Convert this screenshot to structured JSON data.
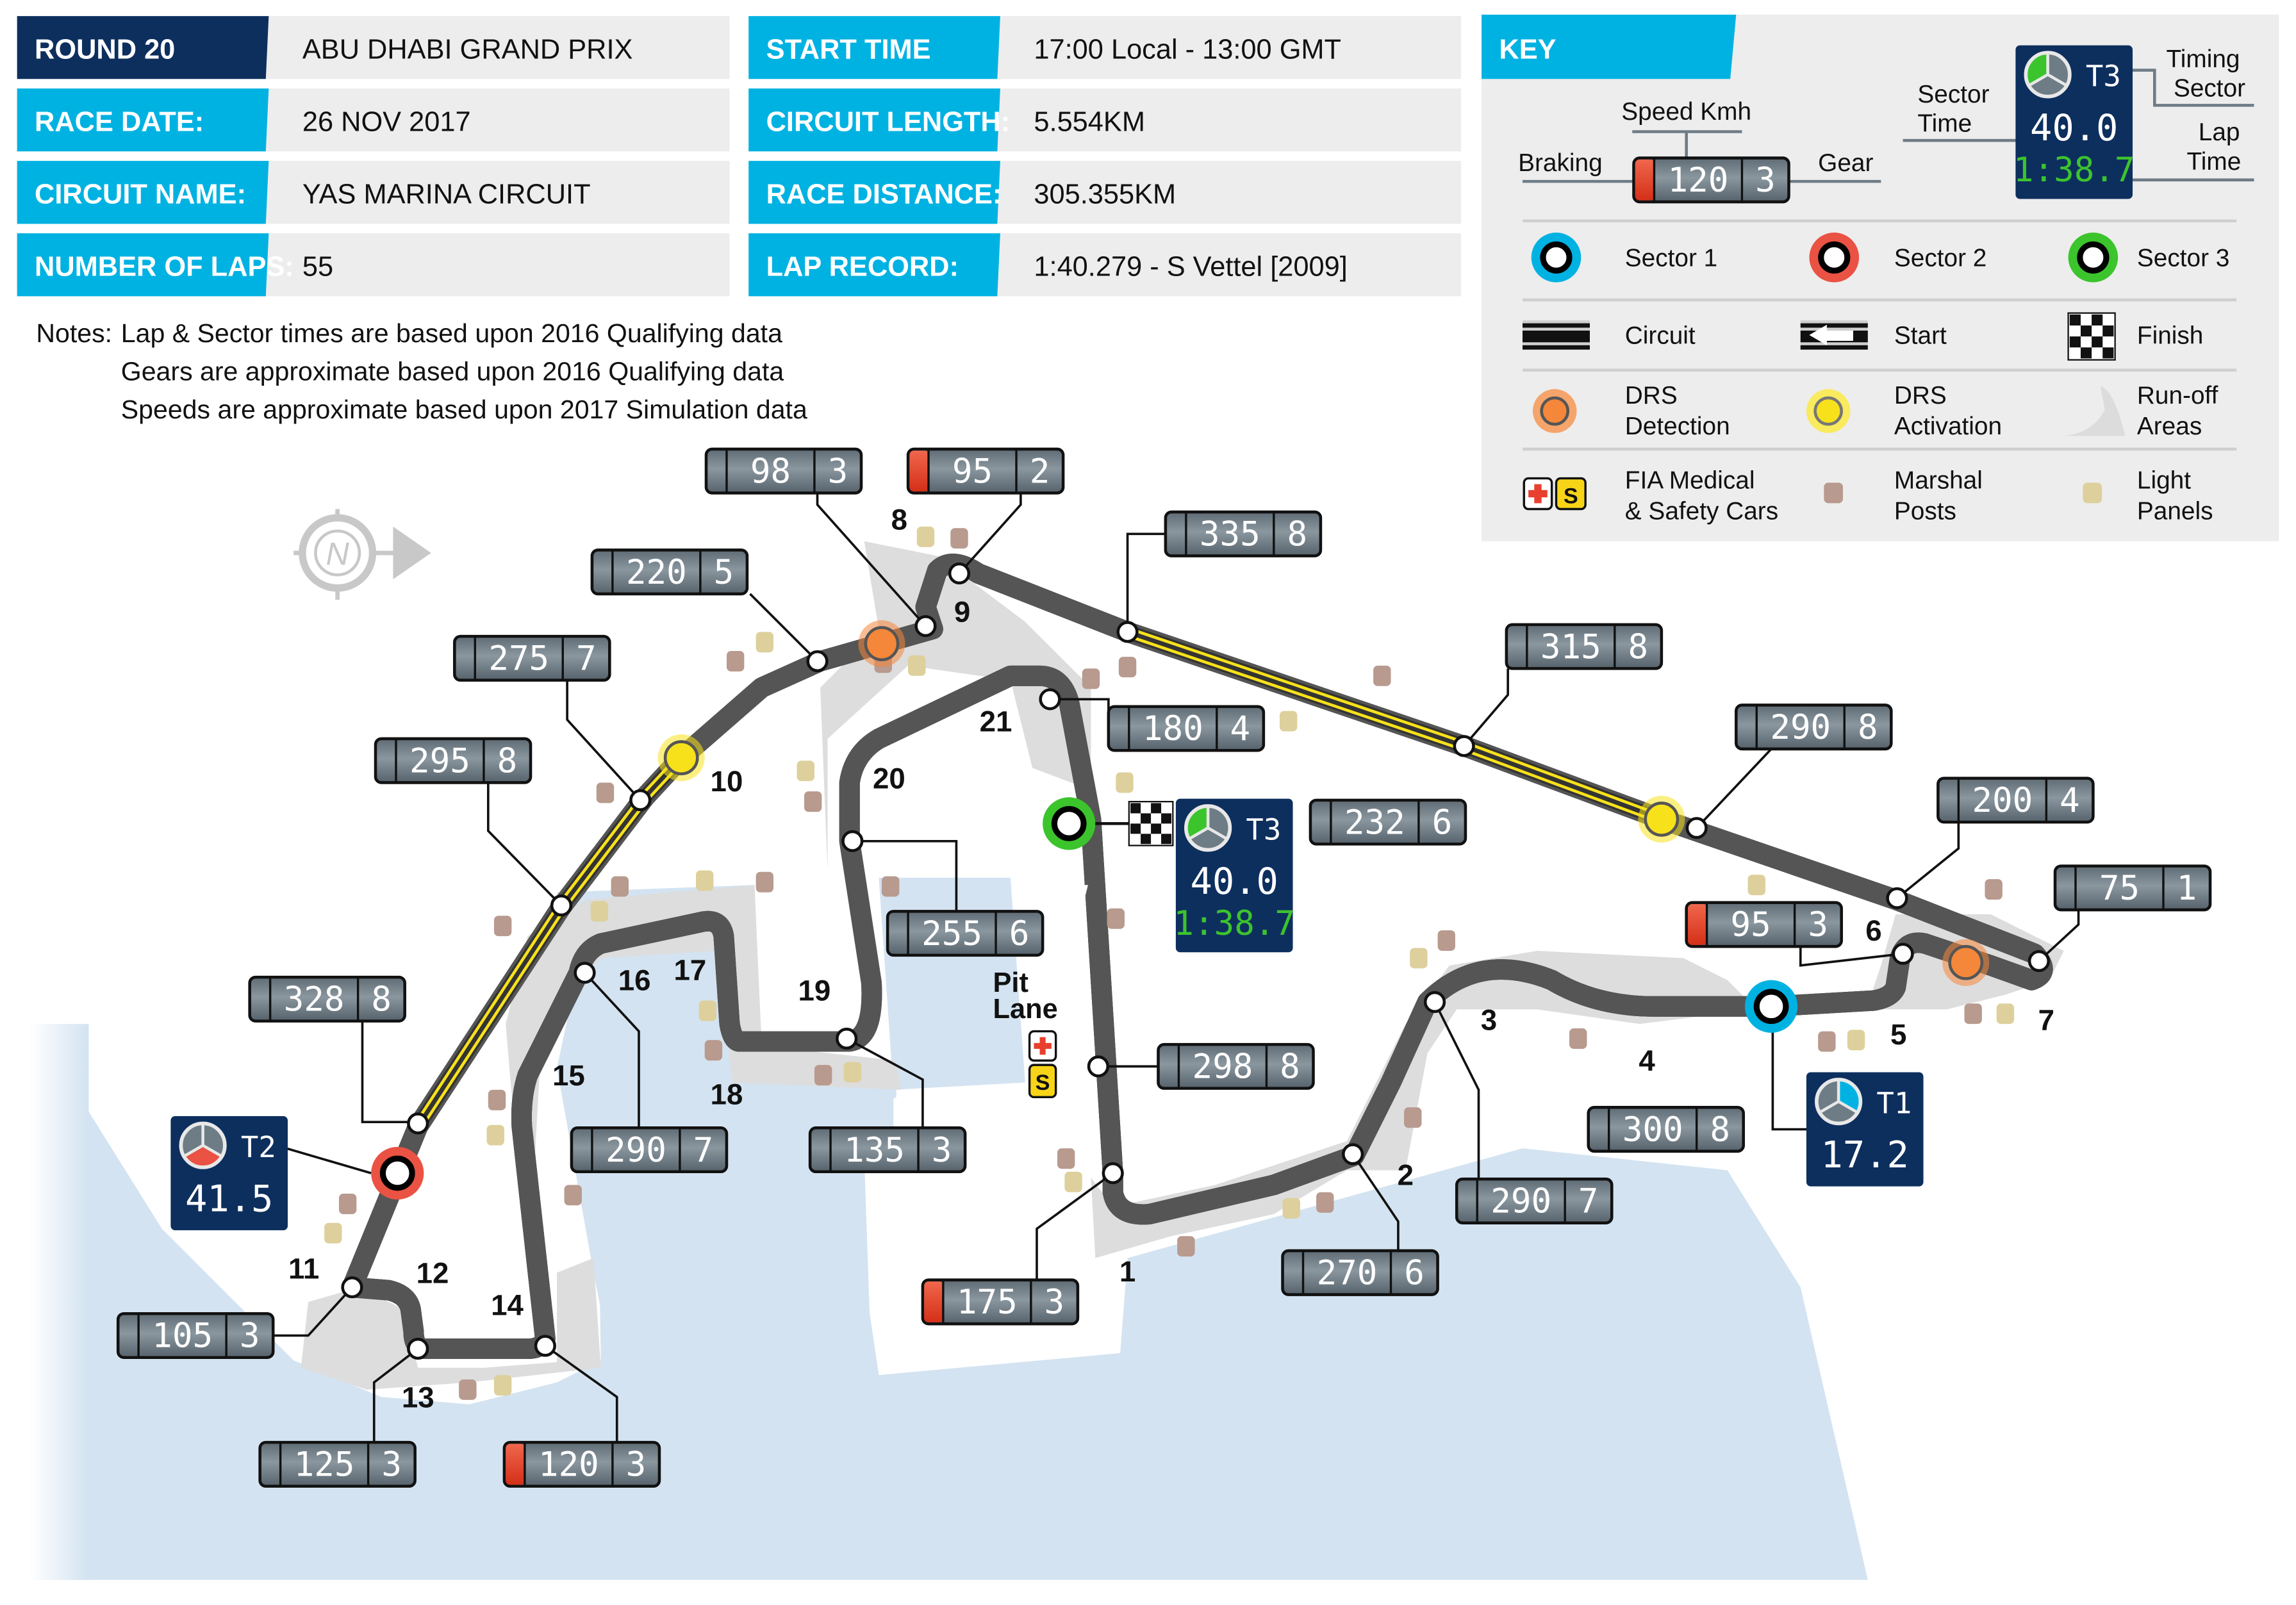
{
  "info_table": {
    "left": [
      {
        "label": "ROUND 20",
        "value": "ABU DHABI GRAND PRIX",
        "label_bg": "#0d2f5e"
      },
      {
        "label": "RACE DATE:",
        "value": "26 NOV 2017",
        "label_bg": "#00b2e2"
      },
      {
        "label": "CIRCUIT NAME:",
        "value": "YAS MARINA CIRCUIT",
        "label_bg": "#00b2e2"
      },
      {
        "label": "NUMBER OF LAPS:",
        "value": "55",
        "label_bg": "#00b2e2"
      }
    ],
    "right": [
      {
        "label": "START TIME",
        "value": "17:00 Local - 13:00 GMT",
        "label_bg": "#00b2e2"
      },
      {
        "label": "CIRCUIT LENGTH:",
        "value": "5.554KM",
        "label_bg": "#00b2e2"
      },
      {
        "label": "RACE DISTANCE:",
        "value": "305.355KM",
        "label_bg": "#00b2e2"
      },
      {
        "label": "LAP RECORD:",
        "value": "1:40.279 - S Vettel [2009]",
        "label_bg": "#00b2e2"
      }
    ]
  },
  "notes": {
    "prefix": "Notes:",
    "lines": [
      "Lap & Sector times are based upon 2016 Qualifying data",
      "Gears are approximate based upon 2016 Qualifying data",
      "Speeds are approximate based upon 2017 Simulation data"
    ]
  },
  "key": {
    "title": "KEY",
    "speed_label": "Speed Kmh",
    "braking_label": "Braking",
    "gear_label": "Gear",
    "example_speed": "120",
    "example_gear": "3",
    "sector_time_label": [
      "Sector",
      "Time"
    ],
    "timing_sector_label": [
      "Timing",
      "Sector"
    ],
    "lap_time_label": [
      "Lap",
      "Time"
    ],
    "example_timing": {
      "sector": "T3",
      "time": "40.0",
      "lap": "1:38.7"
    },
    "items": [
      {
        "icon": "sector-1-marker",
        "label": [
          "Sector 1"
        ],
        "color": "#00b2e2"
      },
      {
        "icon": "sector-2-marker",
        "label": [
          "Sector 2"
        ],
        "color": "#ea5243"
      },
      {
        "icon": "sector-3-marker",
        "label": [
          "Sector 3"
        ],
        "color": "#3cc42d"
      },
      {
        "icon": "circuit-line",
        "label": [
          "Circuit"
        ]
      },
      {
        "icon": "start-arrow",
        "label": [
          "Start"
        ]
      },
      {
        "icon": "finish-flag",
        "label": [
          "Finish"
        ]
      },
      {
        "icon": "drs-detection-marker",
        "label": [
          "DRS",
          "Detection"
        ],
        "color": "#f5873a"
      },
      {
        "icon": "drs-activation-marker",
        "label": [
          "DRS",
          "Activation"
        ],
        "color": "#f7e11b"
      },
      {
        "icon": "run-off-area",
        "label": [
          "Run-off",
          "Areas"
        ]
      },
      {
        "icon": "medical-safety-car",
        "label": [
          "FIA Medical",
          "& Safety Cars"
        ]
      },
      {
        "icon": "marshal-post",
        "label": [
          "Marshal",
          "Posts"
        ],
        "color": "#b89a8e"
      },
      {
        "icon": "light-panel",
        "label": [
          "Light",
          "Panels"
        ],
        "color": "#ddd09c"
      }
    ]
  },
  "map": {
    "compass_label": "N",
    "pit_lane_label": [
      "Pit",
      "Lane"
    ],
    "turns": [
      "1",
      "2",
      "3",
      "4",
      "5",
      "6",
      "7",
      "8",
      "9",
      "10",
      "11",
      "12",
      "13",
      "14",
      "15",
      "16",
      "17",
      "18",
      "19",
      "20",
      "21"
    ],
    "speed_boxes": [
      {
        "speed": "98",
        "gear": "3",
        "braking": false
      },
      {
        "speed": "95",
        "gear": "2",
        "braking": true
      },
      {
        "speed": "220",
        "gear": "5",
        "braking": false
      },
      {
        "speed": "275",
        "gear": "7",
        "braking": false
      },
      {
        "speed": "295",
        "gear": "8",
        "braking": false
      },
      {
        "speed": "328",
        "gear": "8",
        "braking": false
      },
      {
        "speed": "335",
        "gear": "8",
        "braking": false
      },
      {
        "speed": "315",
        "gear": "8",
        "braking": false
      },
      {
        "speed": "180",
        "gear": "4",
        "braking": false
      },
      {
        "speed": "232",
        "gear": "6",
        "braking": false
      },
      {
        "speed": "290",
        "gear": "8",
        "braking": false
      },
      {
        "speed": "200",
        "gear": "4",
        "braking": false
      },
      {
        "speed": "75",
        "gear": "1",
        "braking": false
      },
      {
        "speed": "95",
        "gear": "3",
        "braking": true
      },
      {
        "speed": "255",
        "gear": "6",
        "braking": false
      },
      {
        "speed": "298",
        "gear": "8",
        "braking": false
      },
      {
        "speed": "290",
        "gear": "7",
        "braking": false
      },
      {
        "speed": "135",
        "gear": "3",
        "braking": false
      },
      {
        "speed": "300",
        "gear": "8",
        "braking": false
      },
      {
        "speed": "290",
        "gear": "7",
        "braking": false
      },
      {
        "speed": "175",
        "gear": "3",
        "braking": true
      },
      {
        "speed": "270",
        "gear": "6",
        "braking": false
      },
      {
        "speed": "105",
        "gear": "3",
        "braking": false
      },
      {
        "speed": "125",
        "gear": "3",
        "braking": false
      },
      {
        "speed": "120",
        "gear": "3",
        "braking": true
      }
    ],
    "timing_boxes": [
      {
        "sector": "T1",
        "time": "17.2",
        "highlight": "#00b2e2"
      },
      {
        "sector": "T2",
        "time": "41.5",
        "highlight": "#ea5243"
      },
      {
        "sector": "T3",
        "time": "40.0",
        "lap": "1:38.7",
        "highlight": "#3cc42d"
      }
    ]
  },
  "colors": {
    "navy": "#0d2f5e",
    "cyan": "#00b2e2",
    "table_bg": "#ededed",
    "sea": "#d3e3f1",
    "runoff": "#dddddd",
    "box_gray": "#6e7c86",
    "drs_yellow": "#f7e11b",
    "lap_green": "#3cc42d"
  }
}
